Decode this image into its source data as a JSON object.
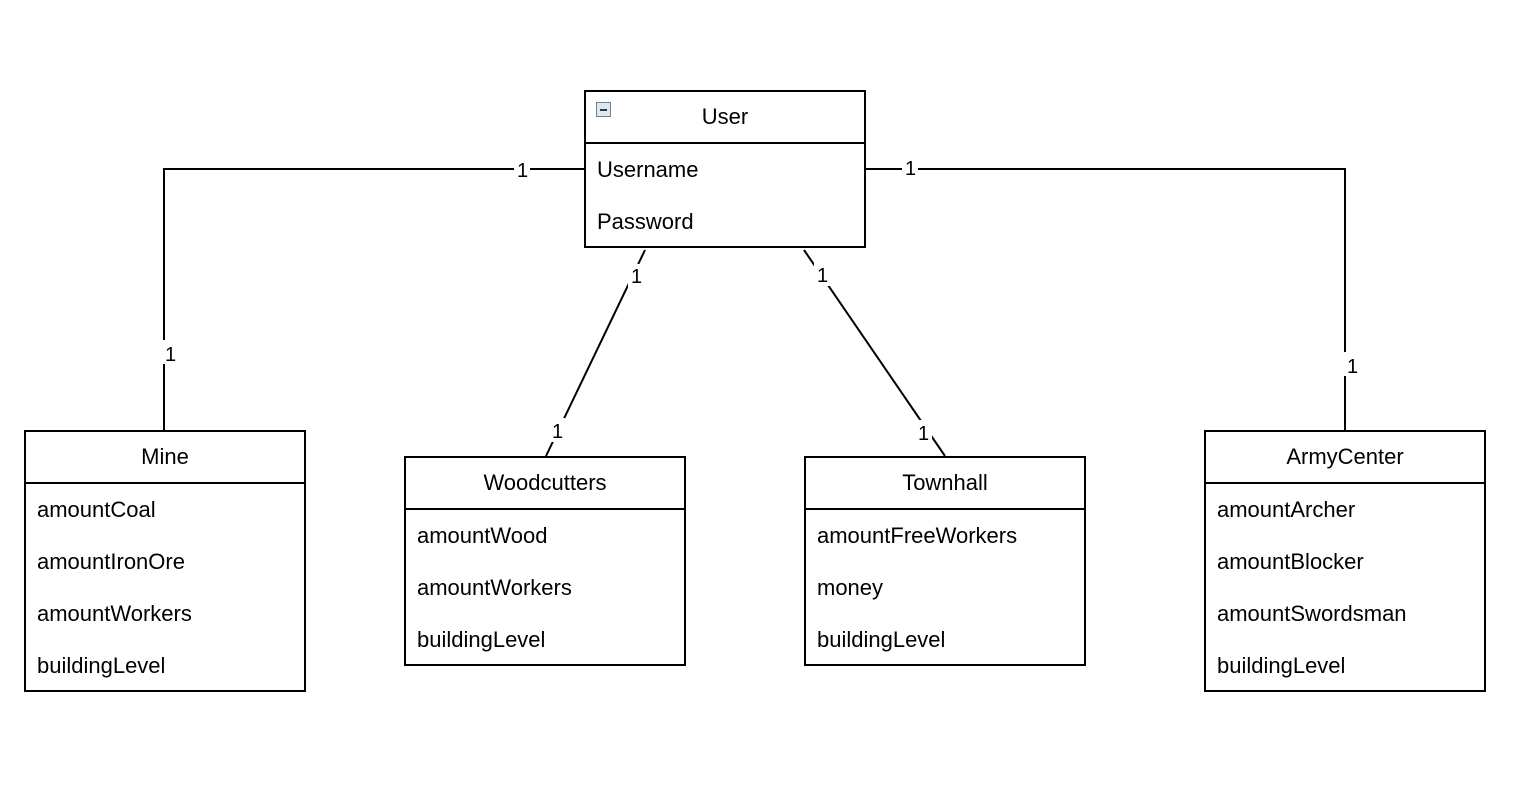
{
  "classes": {
    "user": {
      "name": "User",
      "attributes": [
        "Username",
        "Password"
      ]
    },
    "mine": {
      "name": "Mine",
      "attributes": [
        "amountCoal",
        "amountIronOre",
        "amountWorkers",
        "buildingLevel"
      ]
    },
    "woodcutters": {
      "name": "Woodcutters",
      "attributes": [
        "amountWood",
        "amountWorkers",
        "buildingLevel"
      ]
    },
    "townhall": {
      "name": "Townhall",
      "attributes": [
        "amountFreeWorkers",
        "money",
        "buildingLevel"
      ]
    },
    "armycenter": {
      "name": "ArmyCenter",
      "attributes": [
        "amountArcher",
        "amountBlocker",
        "amountSwordsman",
        "buildingLevel"
      ]
    }
  },
  "associations": [
    {
      "from": "User",
      "to": "Mine",
      "from_multiplicity": "1",
      "to_multiplicity": "1"
    },
    {
      "from": "User",
      "to": "Woodcutters",
      "from_multiplicity": "1",
      "to_multiplicity": "1"
    },
    {
      "from": "User",
      "to": "Townhall",
      "from_multiplicity": "1",
      "to_multiplicity": "1"
    },
    {
      "from": "User",
      "to": "ArmyCenter",
      "from_multiplicity": "1",
      "to_multiplicity": "1"
    }
  ],
  "icons": {
    "user_header": "collapse-icon"
  }
}
